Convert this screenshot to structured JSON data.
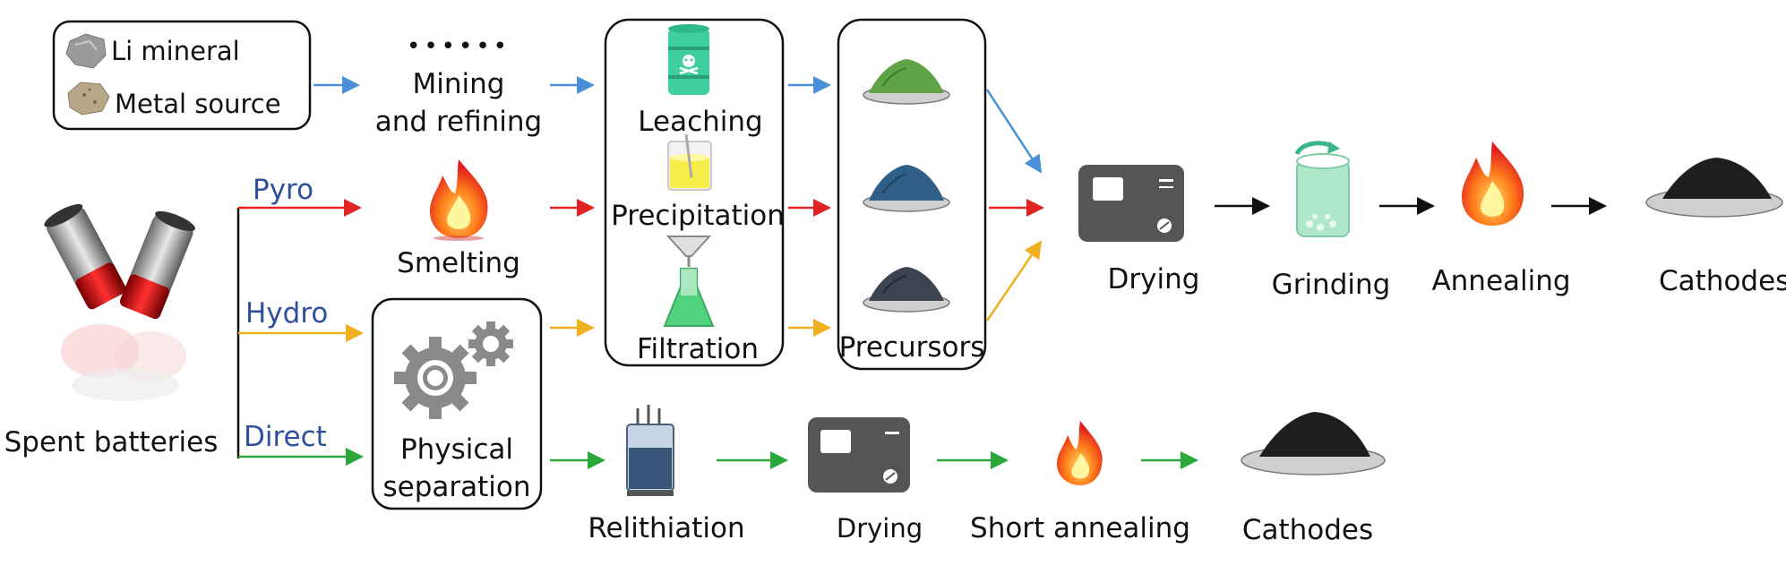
{
  "legend": {
    "items": [
      "Li mineral",
      "Metal source"
    ]
  },
  "sources": {
    "mining_dots": "••••••",
    "mining_line1": "Mining",
    "mining_line2": "and refining",
    "spent_batteries": "Spent batteries"
  },
  "routes": {
    "pyro": "Pyro",
    "hydro": "Hydro",
    "direct": "Direct"
  },
  "steps": {
    "smelting": "Smelting",
    "physical_line1": "Physical",
    "physical_line2": "separation",
    "leaching": "Leaching",
    "precipitation": "Precipitation",
    "filtration": "Filtration",
    "precursors": "Precursors",
    "drying": "Drying",
    "grinding": "Grinding",
    "annealing": "Annealing",
    "cathodes": "Cathodes",
    "relithiation": "Relithiation",
    "drying_direct": "Drying",
    "short_annealing": "Short annealing",
    "cathodes_direct": "Cathodes"
  },
  "colors": {
    "mining_arrow": "#4a90d9",
    "pyro_arrow": "#e02424",
    "hydro_arrow": "#f0b020",
    "direct_arrow": "#2aa83a",
    "route_label": "#2f4f9c"
  },
  "icons": [
    "rock-icon",
    "ore-icon",
    "battery-icon",
    "flame-icon",
    "gears-icon",
    "barrel-icon",
    "beaker-icon",
    "flask-icon",
    "powder-icon",
    "oven-icon",
    "grinder-icon",
    "reactor-icon"
  ]
}
